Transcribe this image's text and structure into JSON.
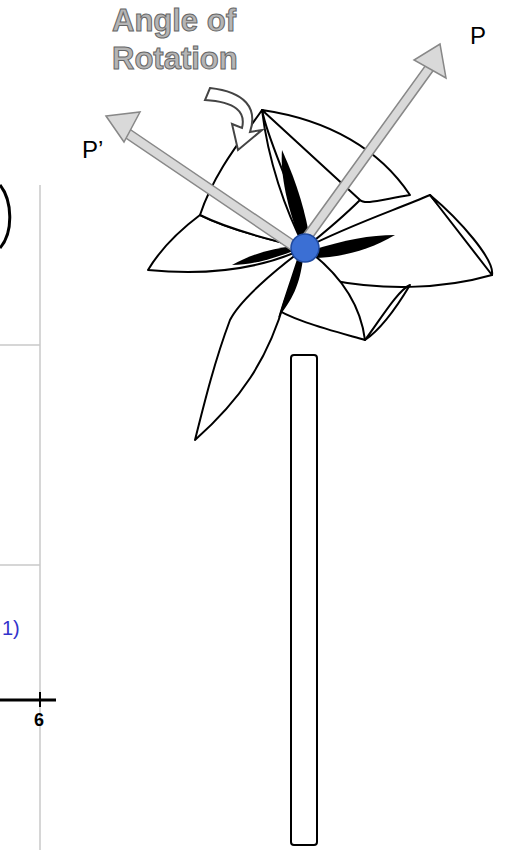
{
  "diagram": {
    "labels": [
      "Angle of Rotation",
      "P",
      "P’",
      "1)",
      "6"
    ]
  }
}
